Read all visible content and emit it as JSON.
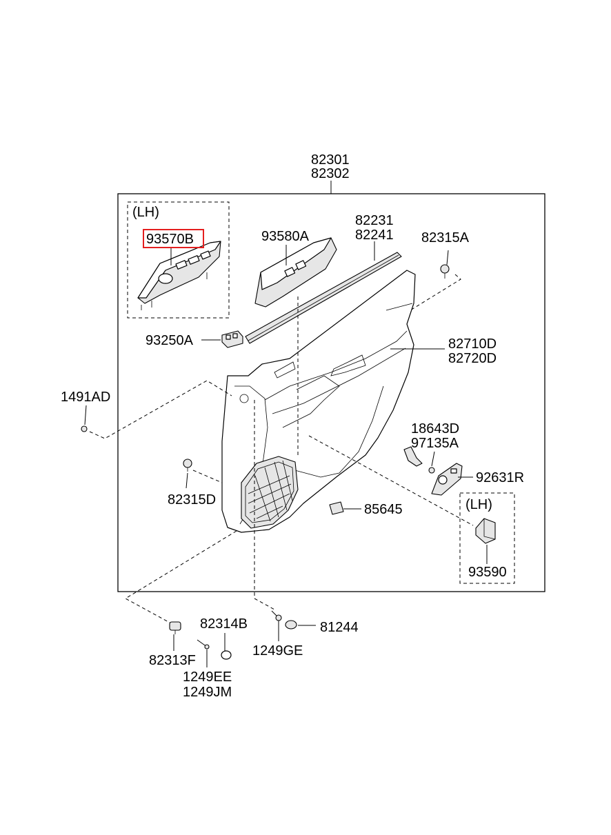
{
  "diagram": {
    "highlight_color": "#e41e1e",
    "labels": {
      "main_a": "82301",
      "main_b": "82302",
      "lh_inset_1": "(LH)",
      "lh_inset_2": "(LH)",
      "switch_93570b": "93570B",
      "bezel_93580a": "93580A",
      "strip_a": "82231",
      "strip_b": "82241",
      "clip_82315a": "82315A",
      "switch_93250a": "93250A",
      "panel_a": "82710D",
      "panel_b": "82720D",
      "screw_1491ad": "1491AD",
      "bracket_18643d": "18643D",
      "bracket_97135a": "97135A",
      "switch_92631r": "92631R",
      "clip_82315d": "82315D",
      "grille_85645": "85645",
      "part_93590": "93590",
      "cap_82314b": "82314B",
      "nut_81244": "81244",
      "clip_82313f": "82313F",
      "screw_1249ge": "1249GE",
      "screw_1249ee": "1249EE",
      "screw_1249jm": "1249JM"
    }
  }
}
